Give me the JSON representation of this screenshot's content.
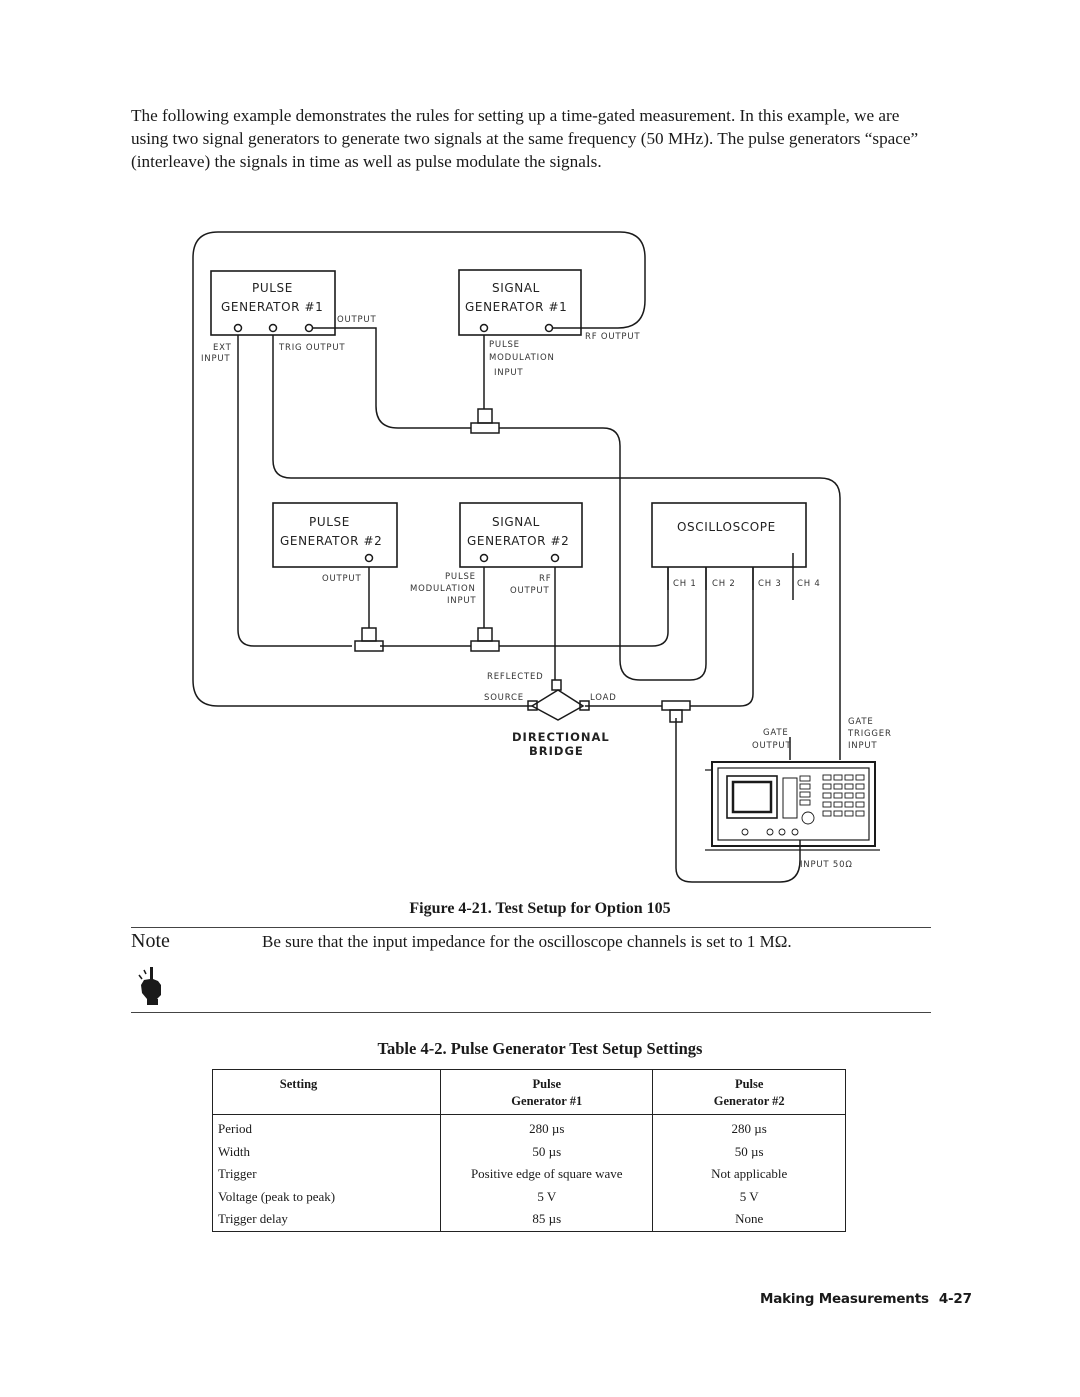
{
  "intro_paragraph": "The following example demonstrates the rules for setting up a time-gated measurement. In this example, we are using two signal generators to generate two signals at the same frequency (50 MHz). The pulse generators “space” (interleave) the signals in time as well as pulse modulate the signals.",
  "diagram": {
    "pulse_gen_1": {
      "line1": "PULSE",
      "line2": "GENERATOR #1"
    },
    "signal_gen_1": {
      "line1": "SIGNAL",
      "line2": "GENERATOR #1"
    },
    "pulse_gen_2": {
      "line1": "PULSE",
      "line2": "GENERATOR #2"
    },
    "signal_gen_2": {
      "line1": "SIGNAL",
      "line2": "GENERATOR #2"
    },
    "oscilloscope": "OSCILLOSCOPE",
    "labels": {
      "pg1_output": "OUTPUT",
      "pg1_ext": "EXT",
      "pg1_input": "INPUT",
      "pg1_trig_output": "TRIG OUTPUT",
      "sg1_rf_output": "RF OUTPUT",
      "sg1_pulse": "PULSE",
      "sg1_modulation": "MODULATION",
      "sg1_input": "INPUT",
      "pg2_output": "OUTPUT",
      "sg2_pulse": "PULSE",
      "sg2_modulation": "MODULATION",
      "sg2_input": "INPUT",
      "sg2_rf": "RF",
      "sg2_output": "OUTPUT",
      "ch1": "CH 1",
      "ch2": "CH 2",
      "ch3": "CH 3",
      "ch4": "CH 4",
      "reflected": "REFLECTED",
      "source": "SOURCE",
      "load": "LOAD",
      "directional": "DIRECTIONAL",
      "bridge": "BRIDGE",
      "gate": "GATE",
      "gate_output": "OUTPUT",
      "gate_trigger_1": "GATE",
      "gate_trigger_2": "TRIGGER",
      "gate_trigger_3": "INPUT",
      "input_50": "INPUT 50Ω"
    }
  },
  "figure_caption": "Figure 4-21. Test Setup for Option 105",
  "note": {
    "label": "Note",
    "text": "Be sure that the input impedance for the oscilloscope channels is set to 1 MΩ."
  },
  "table": {
    "caption": "Table 4-2. Pulse Generator Test Setup Settings",
    "headers": [
      {
        "line1": "Setting",
        "line2": ""
      },
      {
        "line1": "Pulse",
        "line2": "Generator #1"
      },
      {
        "line1": "Pulse",
        "line2": "Generator #2"
      }
    ],
    "rows": [
      [
        "Period",
        "280 µs",
        "280 µs"
      ],
      [
        "Width",
        "50 µs",
        "50 µs"
      ],
      [
        "Trigger",
        "Positive edge of square wave",
        "Not applicable"
      ],
      [
        "Voltage (peak to peak)",
        "5 V",
        "5 V"
      ],
      [
        "Trigger delay",
        "85 µs",
        "None"
      ]
    ]
  },
  "footer": {
    "section": "Making Measurements",
    "page": "4-27"
  }
}
